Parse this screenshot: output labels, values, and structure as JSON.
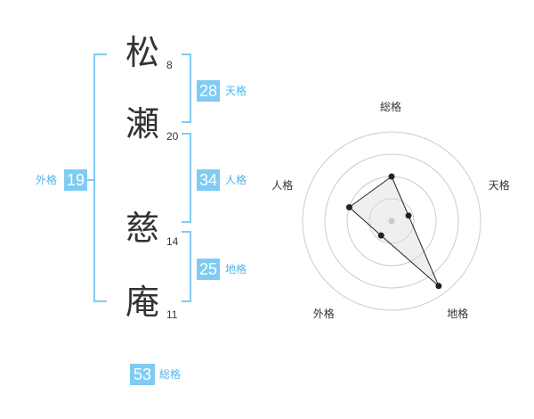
{
  "name": {
    "chars": [
      {
        "char": "松",
        "strokes": "8"
      },
      {
        "char": "瀬",
        "strokes": "20"
      },
      {
        "char": "慈",
        "strokes": "14"
      },
      {
        "char": "庵",
        "strokes": "11"
      }
    ]
  },
  "kaku": {
    "tenkaku": {
      "value": "28",
      "label": "天格"
    },
    "jinkaku": {
      "value": "34",
      "label": "人格"
    },
    "chikaku": {
      "value": "25",
      "label": "地格"
    },
    "gaikaku": {
      "value": "19",
      "label": "外格"
    },
    "soukaku": {
      "value": "53",
      "label": "総格"
    }
  },
  "colors": {
    "accent": "#7fccf3",
    "accent_text": "#52b4ea",
    "text": "#333333",
    "grid": "#cccccc",
    "fill": "#eeeeee"
  },
  "chart_data": {
    "type": "radar",
    "axes": [
      "総格",
      "天格",
      "地格",
      "外格",
      "人格"
    ],
    "values": [
      2.5,
      1.0,
      4.5,
      1.0,
      2.5
    ],
    "rmax": 5,
    "rings": 4
  }
}
